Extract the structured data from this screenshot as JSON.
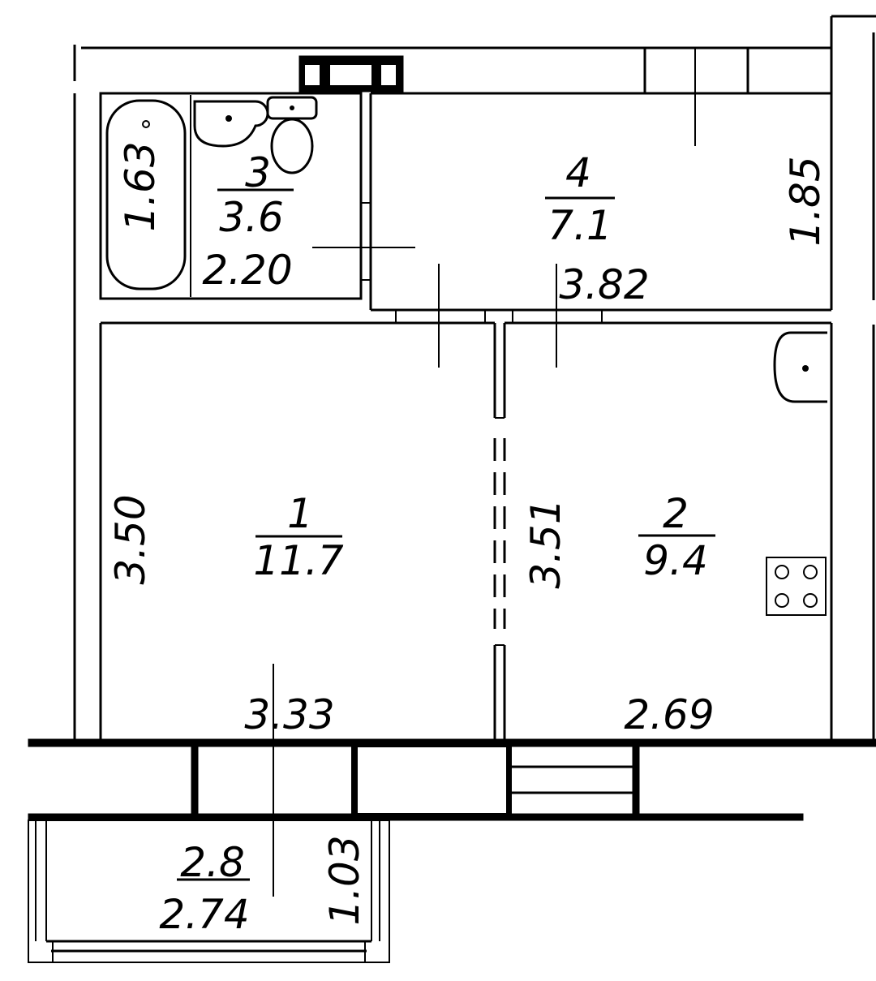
{
  "rooms": [
    {
      "number": "1",
      "area": "11.7",
      "width": "3.33",
      "depth": "3.50"
    },
    {
      "number": "2",
      "area": "9.4",
      "width": "2.69",
      "depth": "3.51"
    },
    {
      "number": "3",
      "area": "3.6",
      "width": "2.20",
      "depth": "1.63"
    },
    {
      "number": "4",
      "area": "7.1",
      "width": "3.82",
      "depth": "1.85"
    }
  ],
  "balcony": {
    "area": "2.8",
    "width": "2.74",
    "depth": "1.03"
  }
}
